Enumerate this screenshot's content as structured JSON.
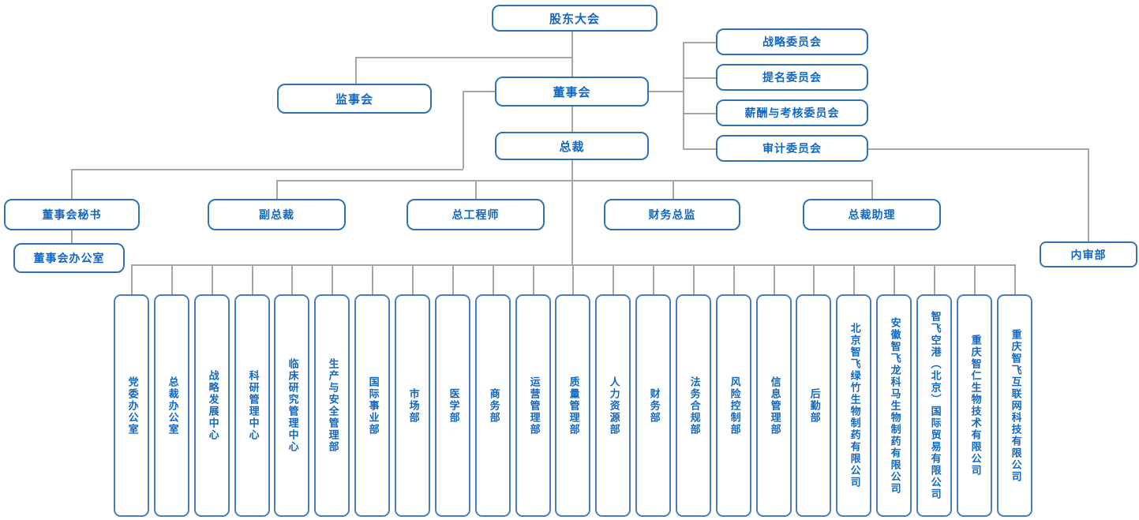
{
  "diagram_type": "org-chart",
  "nodes": {
    "shareholders": "股东大会",
    "supervisory": "监事会",
    "board": "董事会",
    "president": "总裁",
    "board_office": "董事会办公室",
    "internal_audit": "内审部"
  },
  "committees": [
    "战略委员会",
    "提名委员会",
    "薪酬与考核委员会",
    "审计委员会"
  ],
  "row2": [
    "董事会秘书",
    "副总裁",
    "总工程师",
    "财务总监",
    "总裁助理"
  ],
  "departments": [
    "党委办公室",
    "总裁办公室",
    "战略发展中心",
    "科研管理中心",
    "临床研究管理中心",
    "生产与安全管理部",
    "国际事业部",
    "市场部",
    "医学部",
    "商务部",
    "运营管理部",
    "质量管理部",
    "人力资源部",
    "财务部",
    "法务合规部",
    "风险控制部",
    "信息管理部",
    "后勤部",
    "北京智飞绿竹生物制药有限公司",
    "安徽智飞龙科马生物制药有限公司",
    "智飞空港（北京）国际贸易有限公司",
    "重庆智仁生物技术有限公司",
    "重庆智飞互联网科技有限公司"
  ],
  "colors": {
    "node_border": "#2E74B5",
    "dept_border": "#4A7CBE",
    "text": "#1267C2",
    "connector": "#A6A6A6",
    "background": "#FFFFFF"
  }
}
